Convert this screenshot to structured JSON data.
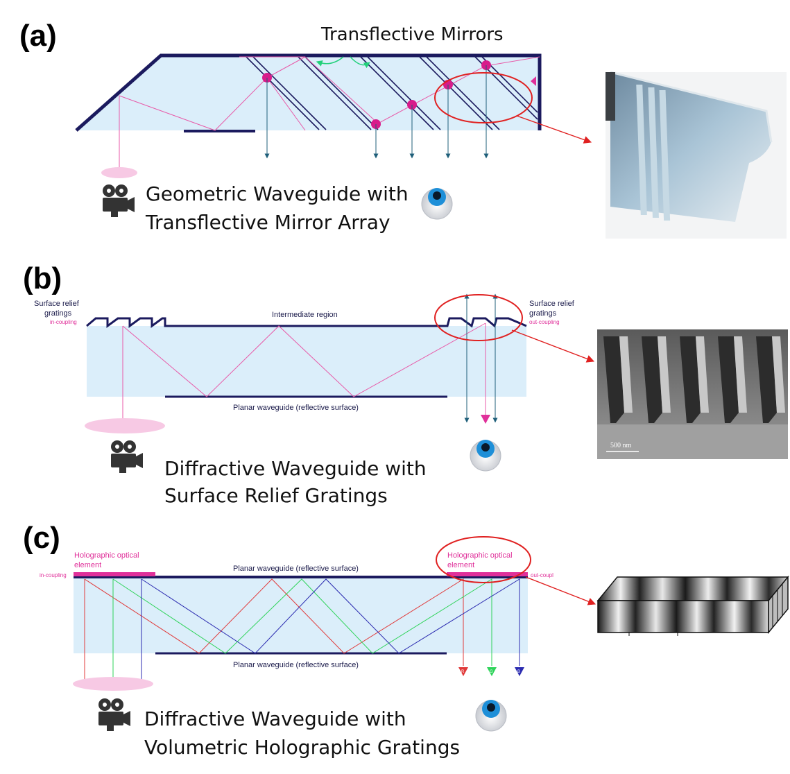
{
  "panels": {
    "a": {
      "label": "(a)",
      "mirrors_label": "Transflective Mirrors",
      "caption_line1": "Geometric Waveguide with",
      "caption_line2": "Transflective Mirror Array"
    },
    "b": {
      "label": "(b)",
      "left_grating_line1": "Surface relief",
      "left_grating_line2": "gratings",
      "left_grating_sub": "in-coupling",
      "right_grating_line1": "Surface relief",
      "right_grating_line2": "gratings",
      "right_grating_sub": "out-coupling",
      "intermediate": "Intermediate region",
      "planar": "Planar waveguide (reflective surface)",
      "sem_scale": "500 nm",
      "caption_line1": "Diffractive Waveguide with",
      "caption_line2": "Surface Relief Gratings"
    },
    "c": {
      "label": "(c)",
      "hoe_left_line1": "Holographic optical",
      "hoe_left_line2": "element",
      "hoe_left_sub": "in-coupling",
      "hoe_right_line1": "Holographic optical",
      "hoe_right_line2": "element",
      "hoe_right_sub": "out-coupl",
      "planar_top": "Planar waveguide (reflective surface)",
      "planar_bottom": "Planar waveguide (reflective surface)",
      "out_r": "R",
      "out_g": "G",
      "out_b": "B",
      "caption_line1": "Diffractive Waveguide with",
      "caption_line2": "Volumetric Holographic Gratings"
    }
  },
  "colors": {
    "guide_fill": "#dbeefa",
    "guide_edge": "#1b1a5e",
    "ray_pink": "#e85aa8",
    "ray_teal": "#1f5f7a",
    "red_circle": "#e02020",
    "hoe_bar": "#e0309a"
  }
}
